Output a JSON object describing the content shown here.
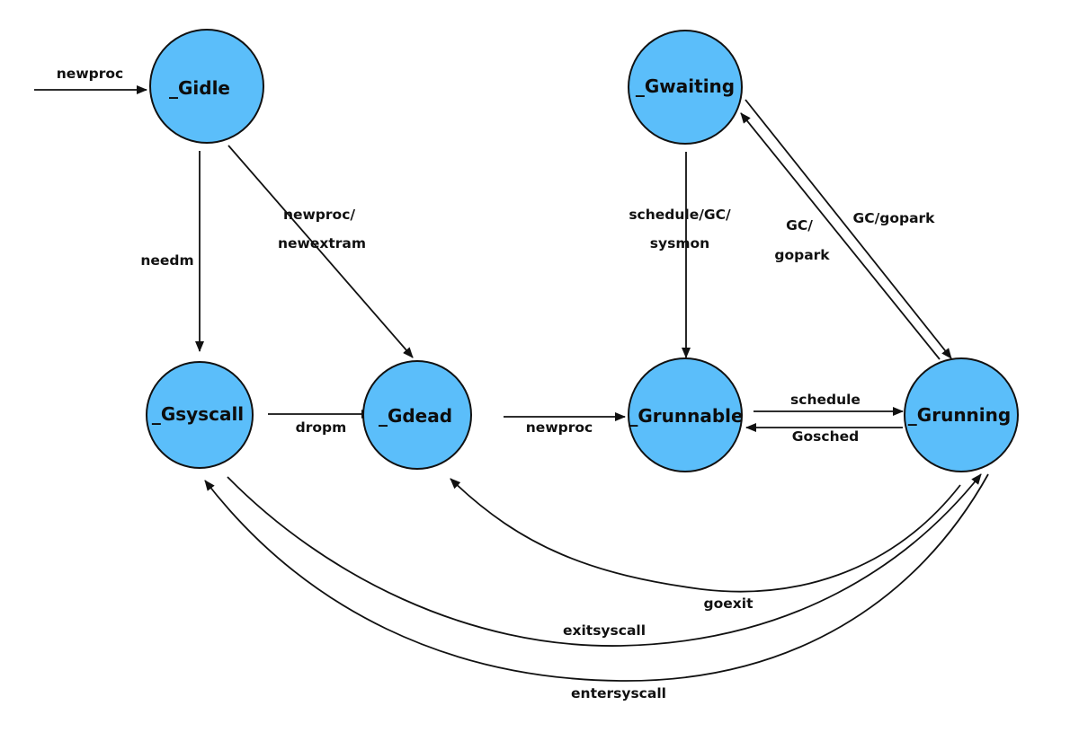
{
  "diagram": {
    "type": "state-machine",
    "node_fill": "#5bbefa",
    "node_stroke": "#111111",
    "nodes": [
      {
        "id": "gidle",
        "label": "_Gidle"
      },
      {
        "id": "gwaiting",
        "label": "_Gwaiting"
      },
      {
        "id": "gsyscall",
        "label": "_Gsyscall"
      },
      {
        "id": "gdead",
        "label": "_Gdead"
      },
      {
        "id": "grunnable",
        "label": "_Grunnable"
      },
      {
        "id": "grunning",
        "label": "_Grunning"
      }
    ],
    "edges": [
      {
        "id": "entry-gidle",
        "from": null,
        "to": "gidle",
        "label_lines": [
          "newproc"
        ]
      },
      {
        "id": "gidle-gsyscall",
        "from": "gidle",
        "to": "gsyscall",
        "label_lines": [
          "needm"
        ]
      },
      {
        "id": "gidle-gdead",
        "from": "gidle",
        "to": "gdead",
        "label_lines": [
          "newproc/",
          "newextram"
        ]
      },
      {
        "id": "gsyscall-gdead",
        "from": "gsyscall",
        "to": "gdead",
        "label_lines": [
          "dropm"
        ]
      },
      {
        "id": "gdead-grunnable",
        "from": "gdead",
        "to": "grunnable",
        "label_lines": [
          "newproc"
        ]
      },
      {
        "id": "gwaiting-grunnable",
        "from": "gwaiting",
        "to": "grunnable",
        "label_lines": [
          "schedule/GC/",
          "sysmon"
        ]
      },
      {
        "id": "grunning-gwaiting",
        "from": "grunning",
        "to": "gwaiting",
        "label_lines": [
          "GC/",
          "gopark"
        ]
      },
      {
        "id": "gwaiting-grunning",
        "from": "gwaiting",
        "to": "grunning",
        "label_lines": [
          "GC/gopark"
        ]
      },
      {
        "id": "grunnable-grunning",
        "from": "grunnable",
        "to": "grunning",
        "label_lines": [
          "schedule"
        ]
      },
      {
        "id": "grunning-grunnable",
        "from": "grunning",
        "to": "grunnable",
        "label_lines": [
          "Gosched"
        ]
      },
      {
        "id": "grunning-gdead",
        "from": "grunning",
        "to": "gdead",
        "label_lines": [
          "goexit"
        ]
      },
      {
        "id": "gsyscall-grunning",
        "from": "gsyscall",
        "to": "grunning",
        "label_lines": [
          "exitsyscall"
        ]
      },
      {
        "id": "grunning-gsyscall",
        "from": "grunning",
        "to": "gsyscall",
        "label_lines": [
          "entersyscall"
        ]
      }
    ]
  }
}
